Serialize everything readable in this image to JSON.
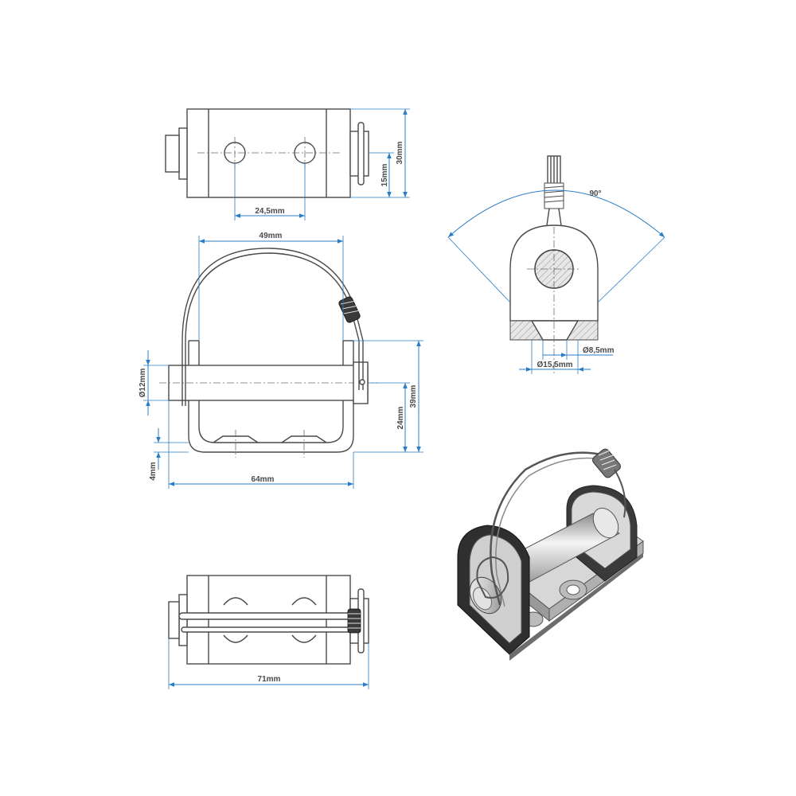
{
  "dimensions": {
    "height_30": "30mm",
    "height_15": "15mm",
    "hole_spacing": "24,5mm",
    "inner_width": "49mm",
    "pin_diameter": "Ø12mm",
    "total_height": "39mm",
    "pin_height": "24mm",
    "thickness": "4mm",
    "base_width": "64mm",
    "angle": "90°",
    "hole_small": "Ø8,5mm",
    "hole_large": "Ø15,5mm",
    "total_width": "71mm"
  },
  "colors": {
    "dimension_line": "#2a7dc4",
    "outline": "#4a4a4a",
    "text": "#4a4a4a"
  }
}
